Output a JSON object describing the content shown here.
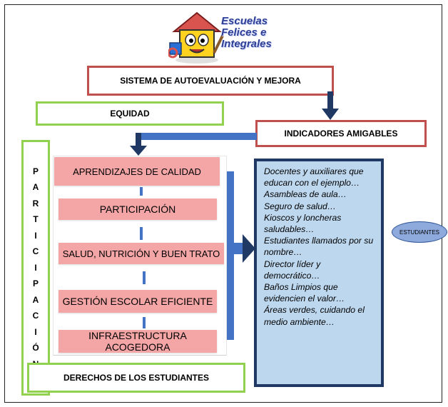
{
  "logo": {
    "line1": "Escuelas",
    "line2": "Felices e",
    "line3": "Integrales"
  },
  "title": "SISTEMA DE AUTOEVALUACIÓN Y MEJORA",
  "equidad": "EQUIDAD",
  "indicadores_label": "INDICADORES AMIGABLES",
  "participacion_vertical": [
    "P",
    "A",
    "R",
    "T",
    "I",
    "C",
    "I",
    "P",
    "A",
    "C",
    "I",
    "Ó",
    "N"
  ],
  "areas": [
    "APRENDIZAJES DE CALIDAD",
    "PARTICIPACIÓN",
    "SALUD, NUTRICIÓN Y BUEN TRATO",
    "GESTIÓN ESCOLAR EFICIENTE",
    "INFRAESTRUCTURA ACOGEDORA"
  ],
  "indicators": [
    "Docentes y auxiliares que educan con el ejemplo…",
    "Asambleas de aula…",
    "Seguro de salud…",
    "Kioscos y loncheras saludables…",
    "Estudiantes llamados por su nombre…",
    "Director líder y democrático…",
    "Baños Limpios que evidencien el valor…",
    "Áreas verdes, cuidando el medio ambiente…"
  ],
  "estudiantes": "ESTUDIANTES",
  "derechos": "DERECHOS DE LOS ESTUDIANTES",
  "colors": {
    "red_border": "#c0504d",
    "green_border": "#92d050",
    "pink_fill": "#f4a6a6",
    "blue_connector": "#4472c4",
    "dark_navy": "#1f3864",
    "light_blue_fill": "#bdd7ee",
    "ellipse_fill": "#8ea9db"
  }
}
